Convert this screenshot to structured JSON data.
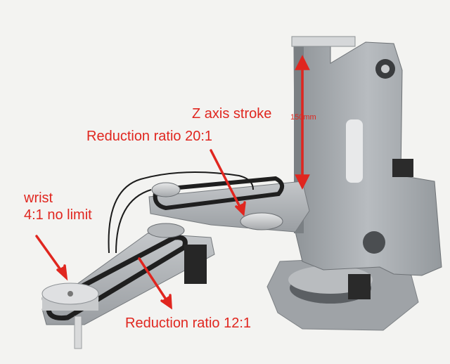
{
  "labels": {
    "wrist": "wrist",
    "wrist_ratio": "4:1 no limit",
    "reduction_ratio_upper": "Reduction ratio 20:1",
    "z_axis_stroke": "Z axis stroke",
    "z_axis_stroke_value": "150mm",
    "reduction_ratio_lower": "Reduction ratio 12:1"
  },
  "colors": {
    "annotation": "#e0261f",
    "frame_metal": "#a9adb1",
    "belt": "#222222",
    "background": "#f3f3f1"
  }
}
